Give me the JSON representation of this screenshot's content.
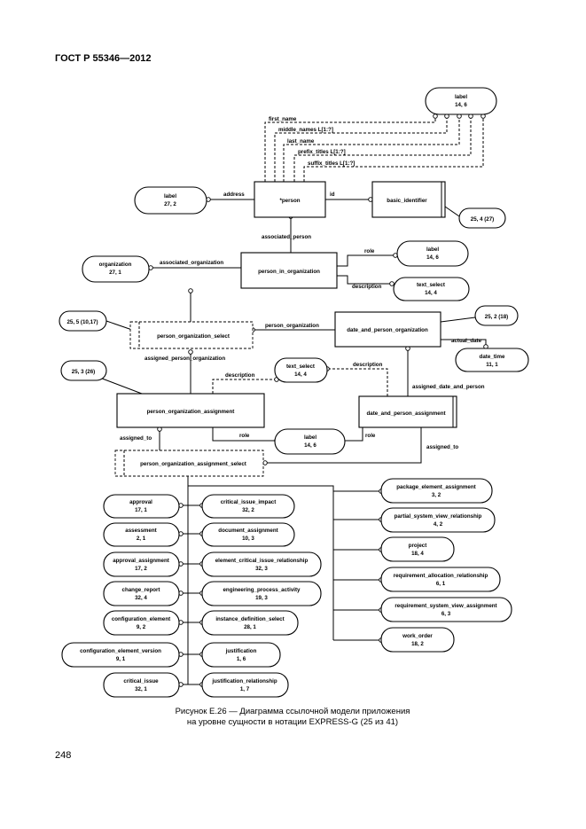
{
  "header": "ГОСТ Р 55346—2012",
  "page_number": "248",
  "caption": [
    "Рисунок Е.26 — Диаграмма ссылочной модели приложения",
    "на уровне сущности в нотации EXPRESS-G (25 из 41)"
  ],
  "entities": {
    "person": "*person",
    "basic_identifier": "basic_identifier",
    "person_in_organization": "person_in_organization",
    "person_organization_select": "person_organization_select",
    "date_and_person_organization": "date_and_person_organization",
    "person_organization_assignment": "person_organization_assignment",
    "date_and_person_assignment": "date_and_person_assignment",
    "person_organization_assignment_select": "person_organization_assignment_select"
  },
  "refs": {
    "label_top": [
      "label",
      "14, 6"
    ],
    "label_left": [
      "label",
      "27, 2"
    ],
    "organization": [
      "organization",
      "27, 1"
    ],
    "label_mid": [
      "label",
      "14, 6"
    ],
    "text_select_1": [
      "text_select",
      "14, 4"
    ],
    "text_select_2": [
      "text_select",
      "14, 4"
    ],
    "date_time": [
      "date_time",
      "11, 1"
    ],
    "label_low": [
      "label",
      "14, 6"
    ],
    "approval": [
      "approval",
      "17, 1"
    ],
    "assessment": [
      "assessment",
      "2, 1"
    ],
    "approval_assignment": [
      "approval_assignment",
      "17, 2"
    ],
    "change_report": [
      "change_report",
      "32, 4"
    ],
    "configuration_element": [
      "configuration_element",
      "9, 2"
    ],
    "configuration_element_version": [
      "configuration_element_version",
      "9, 1"
    ],
    "critical_issue": [
      "critical_issue",
      "32, 1"
    ],
    "critical_issue_impact": [
      "critical_issue_impact",
      "32, 2"
    ],
    "document_assignment": [
      "document_assignment",
      "10, 3"
    ],
    "element_critical_issue_relationship": [
      "element_critical_issue_relationship",
      "32, 3"
    ],
    "engineering_process_activity": [
      "engineering_process_activity",
      "19, 3"
    ],
    "instance_definition_select": [
      "instance_definition_select",
      "28, 1"
    ],
    "justification": [
      "justification",
      "1, 6"
    ],
    "justification_relationship": [
      "justification_relationship",
      "1, 7"
    ],
    "package_element_assignment": [
      "package_element_assignment",
      "3, 2"
    ],
    "partial_system_view_relationship": [
      "partial_system_view_relationship",
      "4, 2"
    ],
    "project": [
      "project",
      "18, 4"
    ],
    "requirement_allocation_relationship": [
      "requirement_allocation_relationship",
      "6, 1"
    ],
    "requirement_system_view_assignment": [
      "requirement_system_view_assignment",
      "6, 3"
    ],
    "work_order": [
      "work_order",
      "18, 2"
    ]
  },
  "page_refs": {
    "r1": "25, 4 (27)",
    "r2": "25, 5 (10,17)",
    "r3": "25, 2 (18)",
    "r4": "25, 3 (26)"
  },
  "attributes": {
    "first_name": "first_name",
    "middle_names": "middle_names L[1:?]",
    "last_name": "last_name",
    "prefix_titles": "prefix_titles L[1:?]",
    "suffix_titles": "suffix_titles L[1:?]",
    "address": "address",
    "id": "id",
    "associated_person": "associated_person",
    "associated_organization": "associated_organization",
    "role_1": "role",
    "description_1": "description",
    "person_organization": "person_organization",
    "actual_date": "actual_date",
    "assigned_person_organization": "assigned_person_organization",
    "description_2": "description",
    "description_3": "description",
    "assigned_date_and_person": "assigned_date_and_person",
    "assigned_to_1": "assigned_to",
    "role_2": "role",
    "role_3": "role",
    "assigned_to_2": "assigned_to"
  }
}
